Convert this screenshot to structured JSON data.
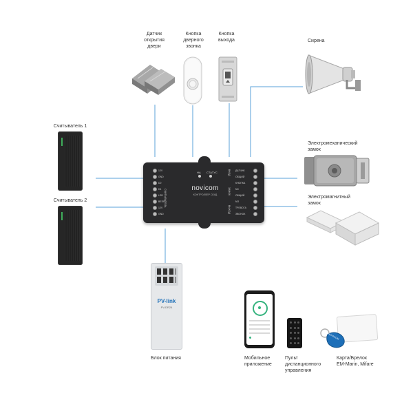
{
  "colors": {
    "wire": "#5aa0d8",
    "controller_body": "#2a2a2c",
    "reader_body": "#262626",
    "reader_led": "#3fae5b",
    "psu_body": "#e6e8ea",
    "brand_blue": "#1d6fb8",
    "app_accent": "#35b37e"
  },
  "devices": {
    "door_sensor_label": "Датчик\nоткрытия\nдвери",
    "doorbell_button_label": "Кнопка\nдверного\nзвонка",
    "exit_button_label": "Кнопка\nвыхода",
    "siren_label": "Сирена",
    "reader1_label": "Считыватель 1",
    "reader2_label": "Считыватель 2",
    "electromech_lock_label": "Электромеханический\nзамок",
    "electromag_lock_label": "Электромагнитный\nзамок",
    "power_supply_label": "Блок питания",
    "mobile_app_label": "Мобильное\nприложение",
    "remote_label": "Пульт\nдистанционного\nуправления",
    "card_label": "Карта/Брелок\nEM-Marin, Mifare"
  },
  "controller": {
    "brand": "novicom",
    "subtitle": "КОНТРОЛЛЕР СКУД",
    "led1": "НА",
    "led2": "СТАТУС",
    "left_block_title": "СЧИТЫВАТЕЛЬ",
    "left_terminals": [
      "12V",
      "GND",
      "D0",
      "D1",
      "LED",
      "BEEP",
      "12V",
      "GND"
    ],
    "right_terminals": [
      "ДАТЧИК",
      "ОБЩИЙ",
      "КНОПКА",
      "NC",
      "ОБЩИЙ",
      "NO",
      "ТРЕВОГА",
      "ЗВОНОК"
    ],
    "right_group_labels": [
      "ВХОД",
      "ЗАМОК",
      "ВЫХОД"
    ]
  },
  "psu": {
    "brand": "PV-link",
    "model": "PV-DR24"
  },
  "card_brand": "NOVICOM"
}
